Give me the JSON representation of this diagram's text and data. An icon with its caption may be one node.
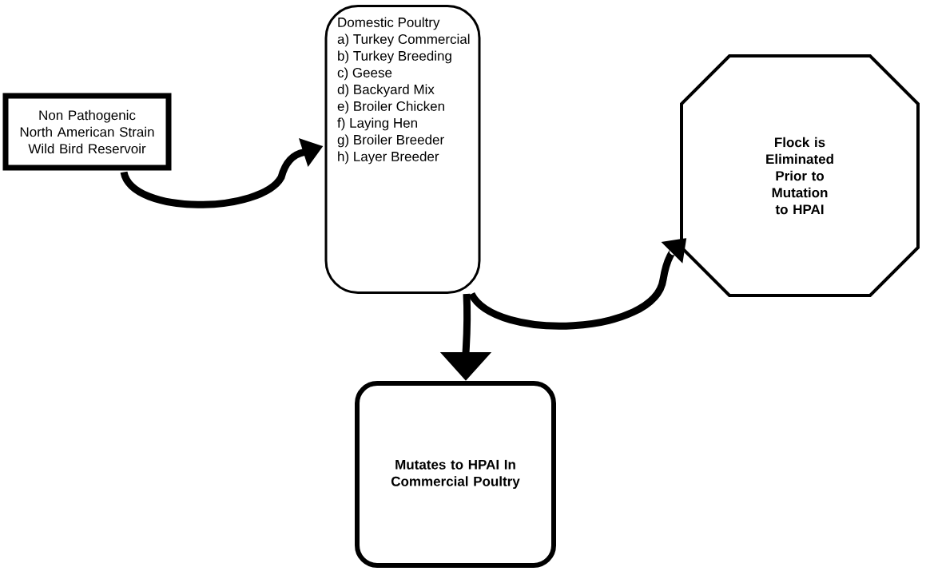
{
  "diagram": {
    "nodes": [
      {
        "text": [
          "Non Pathogenic North American Strain Wild Bird Reservoir"
        ]
      },
      {
        "text": [
          "Domestic Poultry",
          "a) Turkey Commercial",
          "b) Turkey Breeding",
          "c) Geese",
          "d) Backyard Mix",
          "e) Broiler Chicken",
          "f) Laying Hen",
          "g) Broiler Breeder",
          "h) Layer Breeder"
        ]
      },
      {
        "text": [
          "Flock is Eliminated Prior to Mutation to HPAI"
        ]
      },
      {
        "text": [
          "Mutates to HPAI In Commercial Poultry"
        ]
      }
    ],
    "edges": [
      {
        "from": 0,
        "to": 1,
        "arrow": "to"
      },
      {
        "from": 1,
        "to": 2,
        "arrow": "to"
      },
      {
        "from": 1,
        "to": 3,
        "arrow": "to"
      }
    ]
  }
}
